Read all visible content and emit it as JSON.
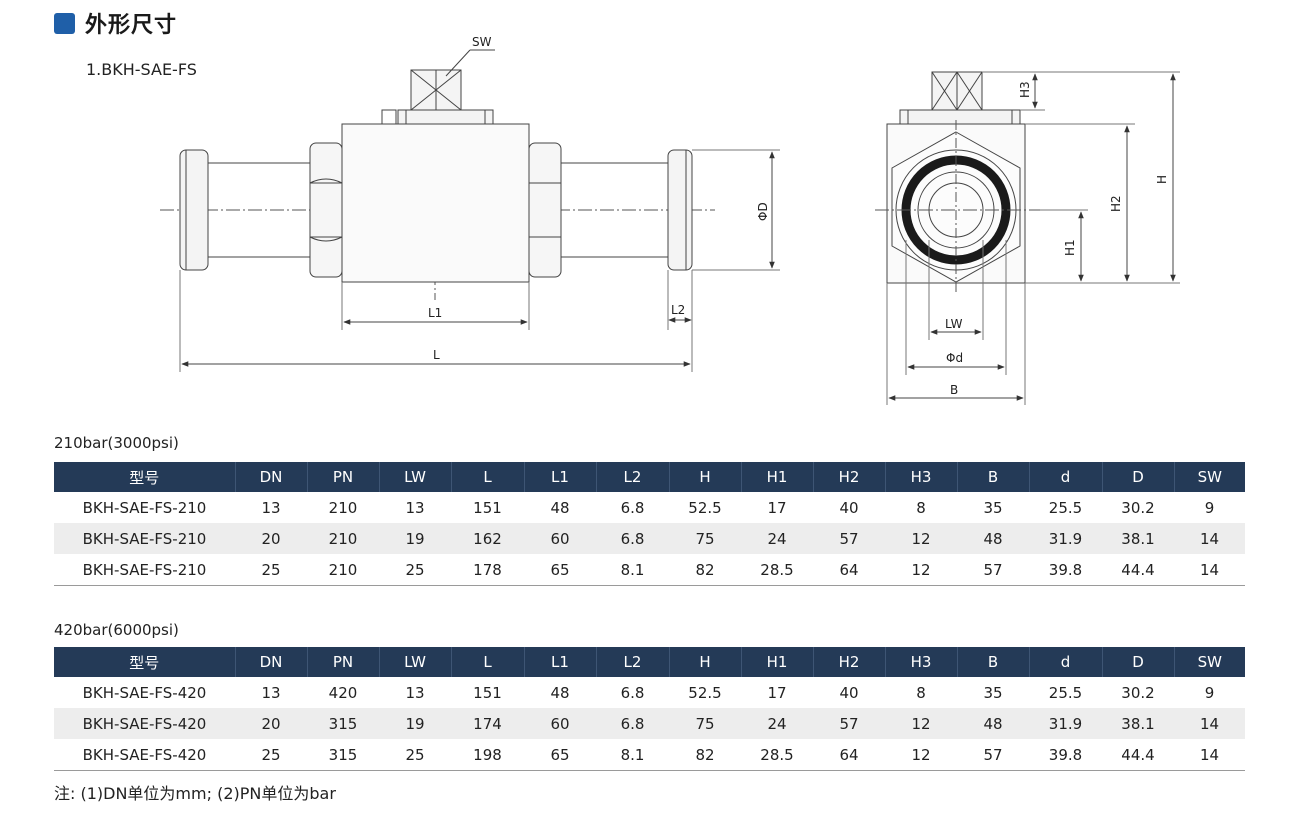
{
  "header": {
    "title": "外形尺寸"
  },
  "model_label": "1.BKH-SAE-FS",
  "drawing": {
    "labels": {
      "sw": "SW",
      "od": "ΦD",
      "l1": "L1",
      "l2": "L2",
      "l": "L",
      "h3": "H3",
      "h": "H",
      "h2": "H2",
      "h1": "H1",
      "lw": "LW",
      "id": "Φd",
      "b": "B"
    }
  },
  "columns": [
    "型号",
    "DN",
    "PN",
    "LW",
    "L",
    "L1",
    "L2",
    "H",
    "H1",
    "H2",
    "H3",
    "B",
    "d",
    "D",
    "SW"
  ],
  "tables": [
    {
      "title": "210bar(3000psi)",
      "rows": [
        [
          "BKH-SAE-FS-210",
          "13",
          "210",
          "13",
          "151",
          "48",
          "6.8",
          "52.5",
          "17",
          "40",
          "8",
          "35",
          "25.5",
          "30.2",
          "9"
        ],
        [
          "BKH-SAE-FS-210",
          "20",
          "210",
          "19",
          "162",
          "60",
          "6.8",
          "75",
          "24",
          "57",
          "12",
          "48",
          "31.9",
          "38.1",
          "14"
        ],
        [
          "BKH-SAE-FS-210",
          "25",
          "210",
          "25",
          "178",
          "65",
          "8.1",
          "82",
          "28.5",
          "64",
          "12",
          "57",
          "39.8",
          "44.4",
          "14"
        ]
      ]
    },
    {
      "title": "420bar(6000psi)",
      "rows": [
        [
          "BKH-SAE-FS-420",
          "13",
          "420",
          "13",
          "151",
          "48",
          "6.8",
          "52.5",
          "17",
          "40",
          "8",
          "35",
          "25.5",
          "30.2",
          "9"
        ],
        [
          "BKH-SAE-FS-420",
          "20",
          "315",
          "19",
          "174",
          "60",
          "6.8",
          "75",
          "24",
          "57",
          "12",
          "48",
          "31.9",
          "38.1",
          "14"
        ],
        [
          "BKH-SAE-FS-420",
          "25",
          "315",
          "25",
          "198",
          "65",
          "8.1",
          "82",
          "28.5",
          "64",
          "12",
          "57",
          "39.8",
          "44.4",
          "14"
        ]
      ]
    }
  ],
  "note": "注: (1)DN单位为mm; (2)PN单位为bar"
}
